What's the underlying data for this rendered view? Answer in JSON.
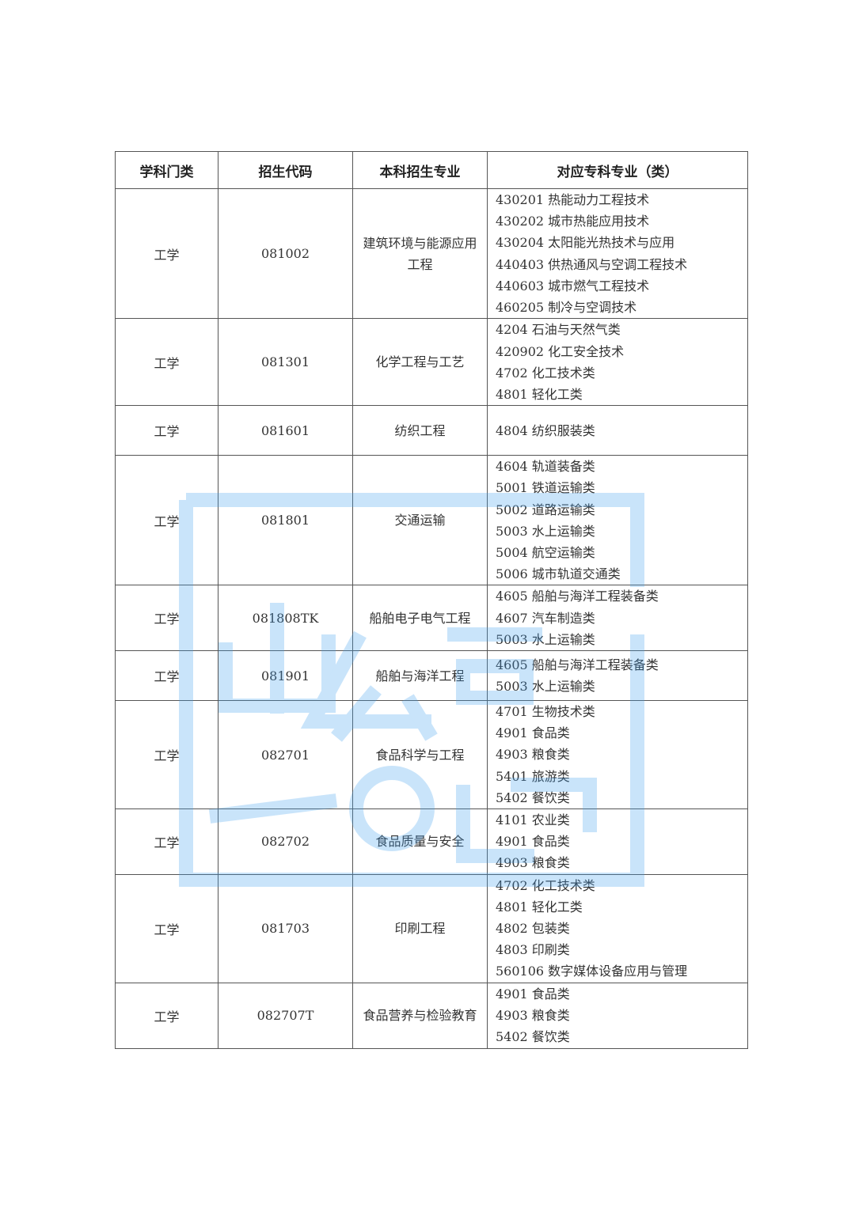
{
  "headers": [
    "学科门类",
    "招生代码",
    "本科招生专业",
    "对应专科专业（类）"
  ],
  "rows": [
    {
      "category": "工学",
      "code": "081002",
      "major": "建筑环境与能源应用工程",
      "related": [
        "430201 热能动力工程技术",
        "430202 城市热能应用技术",
        "430204 太阳能光热技术与应用",
        "440403 供热通风与空调工程技术",
        "440603 城市燃气工程技术",
        "460205 制冷与空调技术"
      ]
    },
    {
      "category": "工学",
      "code": "081301",
      "major": "化学工程与工艺",
      "related": [
        "4204 石油与天然气类",
        "420902 化工安全技术",
        "4702 化工技术类",
        "4801 轻化工类"
      ]
    },
    {
      "category": "工学",
      "code": "081601",
      "major": "纺织工程",
      "related": [
        "4804 纺织服装类"
      ]
    },
    {
      "category": "工学",
      "code": "081801",
      "major": "交通运输",
      "related": [
        "4604 轨道装备类",
        "5001 铁道运输类",
        "5002 道路运输类",
        "5003 水上运输类",
        "5004 航空运输类",
        "5006 城市轨道交通类"
      ]
    },
    {
      "category": "工学",
      "code": "081808TK",
      "major": "船舶电子电气工程",
      "related": [
        "4605 船舶与海洋工程装备类",
        "4607 汽车制造类",
        "5003 水上运输类"
      ]
    },
    {
      "category": "工学",
      "code": "081901",
      "major": "船舶与海洋工程",
      "related": [
        "4605 船舶与海洋工程装备类",
        "5003 水上运输类"
      ]
    },
    {
      "category": "工学",
      "code": "082701",
      "major": "食品科学与工程",
      "related": [
        "4701 生物技术类",
        "4901 食品类",
        "4903 粮食类",
        "5401 旅游类",
        "5402 餐饮类"
      ]
    },
    {
      "category": "工学",
      "code": "082702",
      "major": "食品质量与安全",
      "related": [
        "4101 农业类",
        "4901 食品类",
        "4903 粮食类"
      ]
    },
    {
      "category": "工学",
      "code": "081703",
      "major": "印刷工程",
      "related": [
        "4702 化工技术类",
        "4801 轻化工类",
        "4802 包装类",
        "4803 印刷类",
        "560106 数字媒体设备应用与管理"
      ]
    },
    {
      "category": "工学",
      "code": "082707T",
      "major": "食品营养与检验教育",
      "related": [
        "4901 食品类",
        "4903 粮食类",
        "5402 餐饮类"
      ]
    }
  ],
  "watermark": "山东高考一点通",
  "colors": {
    "watermark": "#3fa0f0",
    "border": "#555555"
  }
}
